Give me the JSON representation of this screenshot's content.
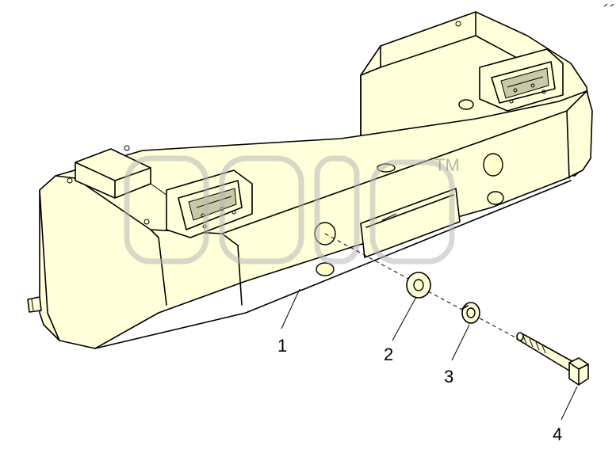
{
  "callouts": [
    {
      "id": "1",
      "label": "1"
    },
    {
      "id": "2",
      "label": "2"
    },
    {
      "id": "3",
      "label": "3"
    },
    {
      "id": "4",
      "label": "4"
    }
  ],
  "watermark": {
    "trademark": "TM"
  }
}
